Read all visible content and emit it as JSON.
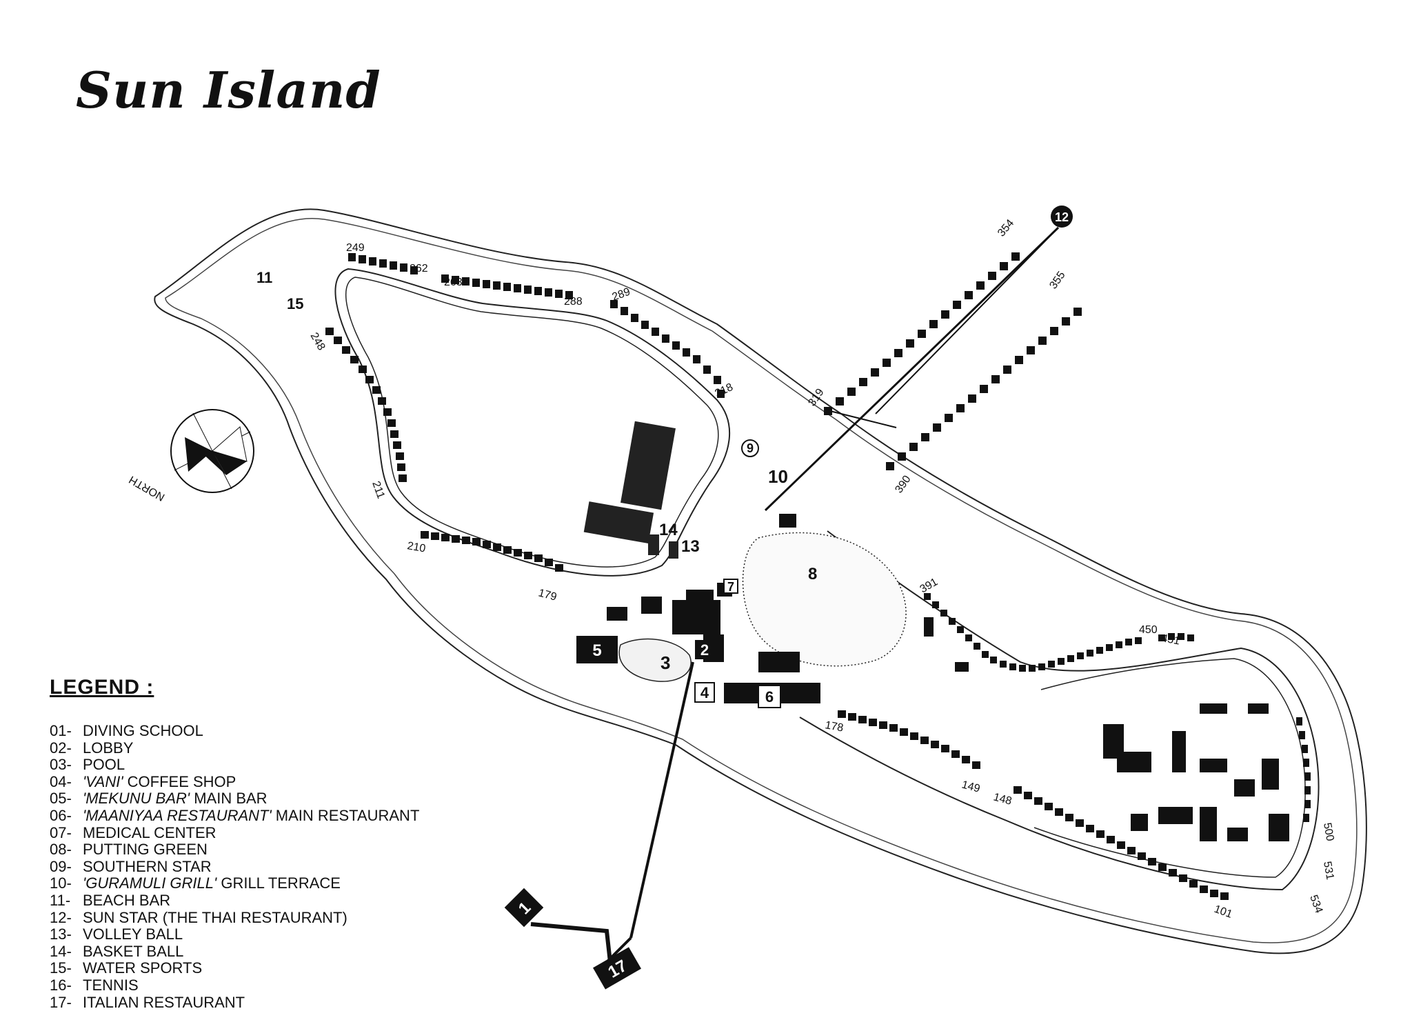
{
  "title": "Sun Island",
  "compass": {
    "label": "NORTH"
  },
  "legend": {
    "heading": "LEGEND :",
    "items": [
      {
        "num": "01-",
        "pre": "",
        "italic": "",
        "post": "DIVING SCHOOL"
      },
      {
        "num": "02-",
        "pre": "",
        "italic": "",
        "post": "LOBBY"
      },
      {
        "num": "03-",
        "pre": "",
        "italic": "",
        "post": "POOL"
      },
      {
        "num": "04-",
        "pre": "",
        "italic": "'VANI'",
        "post": " COFFEE SHOP"
      },
      {
        "num": "05-",
        "pre": "",
        "italic": "'MEKUNU BAR'",
        "post": " MAIN BAR"
      },
      {
        "num": "06-",
        "pre": "",
        "italic": "'MAANIYAA RESTAURANT'",
        "post": " MAIN RESTAURANT"
      },
      {
        "num": "07-",
        "pre": "",
        "italic": "",
        "post": "MEDICAL CENTER"
      },
      {
        "num": "08-",
        "pre": "",
        "italic": "",
        "post": "PUTTING GREEN"
      },
      {
        "num": "09-",
        "pre": "",
        "italic": "",
        "post": "SOUTHERN STAR"
      },
      {
        "num": "10-",
        "pre": "",
        "italic": "'GURAMULI GRILL'",
        "post": " GRILL TERRACE"
      },
      {
        "num": "11-",
        "pre": "",
        "italic": "",
        "post": "BEACH BAR"
      },
      {
        "num": "12-",
        "pre": "",
        "italic": "",
        "post": "SUN STAR (THE THAI RESTAURANT)"
      },
      {
        "num": "13-",
        "pre": "",
        "italic": "",
        "post": "VOLLEY BALL"
      },
      {
        "num": "14-",
        "pre": "",
        "italic": "",
        "post": "BASKET BALL"
      },
      {
        "num": "15-",
        "pre": "",
        "italic": "",
        "post": "WATER SPORTS"
      },
      {
        "num": "16-",
        "pre": "",
        "italic": "",
        "post": "TENNIS"
      },
      {
        "num": "17-",
        "pre": "",
        "italic": "",
        "post": "ITALIAN RESTAURANT"
      }
    ]
  },
  "markers": {
    "m1": "1",
    "m2": "2",
    "m3": "3",
    "m4": "4",
    "m5": "5",
    "m6": "6",
    "m7": "7",
    "m8": "8",
    "m9": "9",
    "m10": "10",
    "m11": "11",
    "m12": "12",
    "m13": "13",
    "m14": "14",
    "m15": "15",
    "m17": "17"
  },
  "villa_labels": {
    "v249": "249",
    "v262": "262",
    "v263": "263",
    "v288": "288",
    "v289": "289",
    "v318": "318",
    "v319": "319",
    "v354": "354",
    "v355": "355",
    "v390": "390",
    "v391": "391",
    "v450": "450",
    "v451": "451",
    "v500": "500",
    "v531": "531",
    "v534": "534",
    "v101": "101",
    "v148": "148",
    "v149": "149",
    "v178": "178",
    "v179": "179",
    "v210": "210",
    "v211": "211",
    "v248": "248"
  }
}
